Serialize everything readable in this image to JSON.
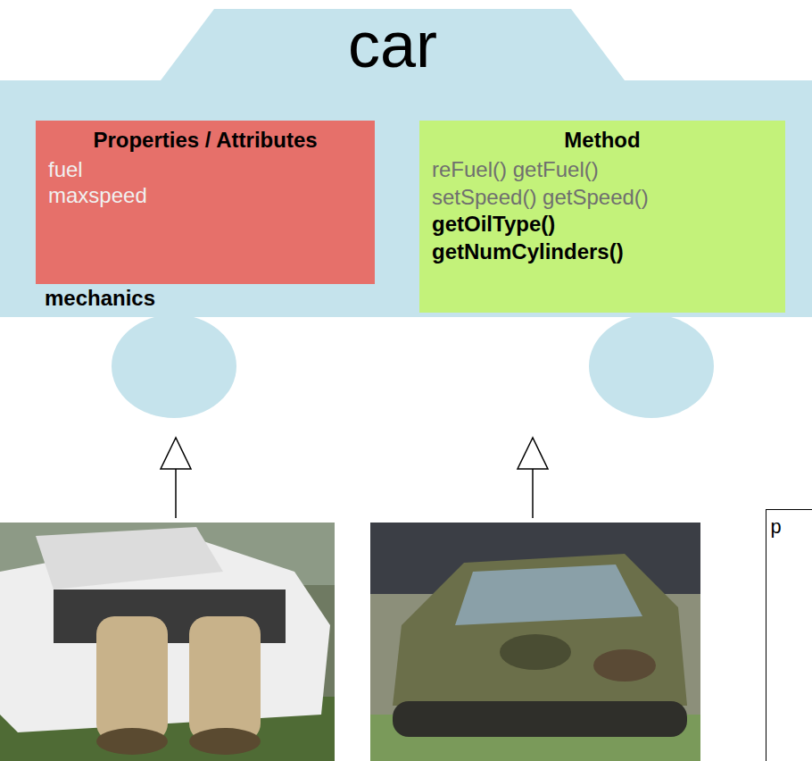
{
  "diagram": {
    "nodes": [
      {
        "text": [
          "car"
        ]
      },
      {
        "text": [
          "Properties / Attributes",
          "fuel",
          "maxspeed"
        ],
        "in": 0
      },
      {
        "text": [
          "Method",
          "reFuel() getFuel()",
          "setSpeed() getSpeed()",
          "getOilType()",
          "getNumCylinders()"
        ],
        "in": 0
      },
      {
        "text": [
          "p"
        ]
      }
    ],
    "labels": [
      "mechanics"
    ]
  }
}
